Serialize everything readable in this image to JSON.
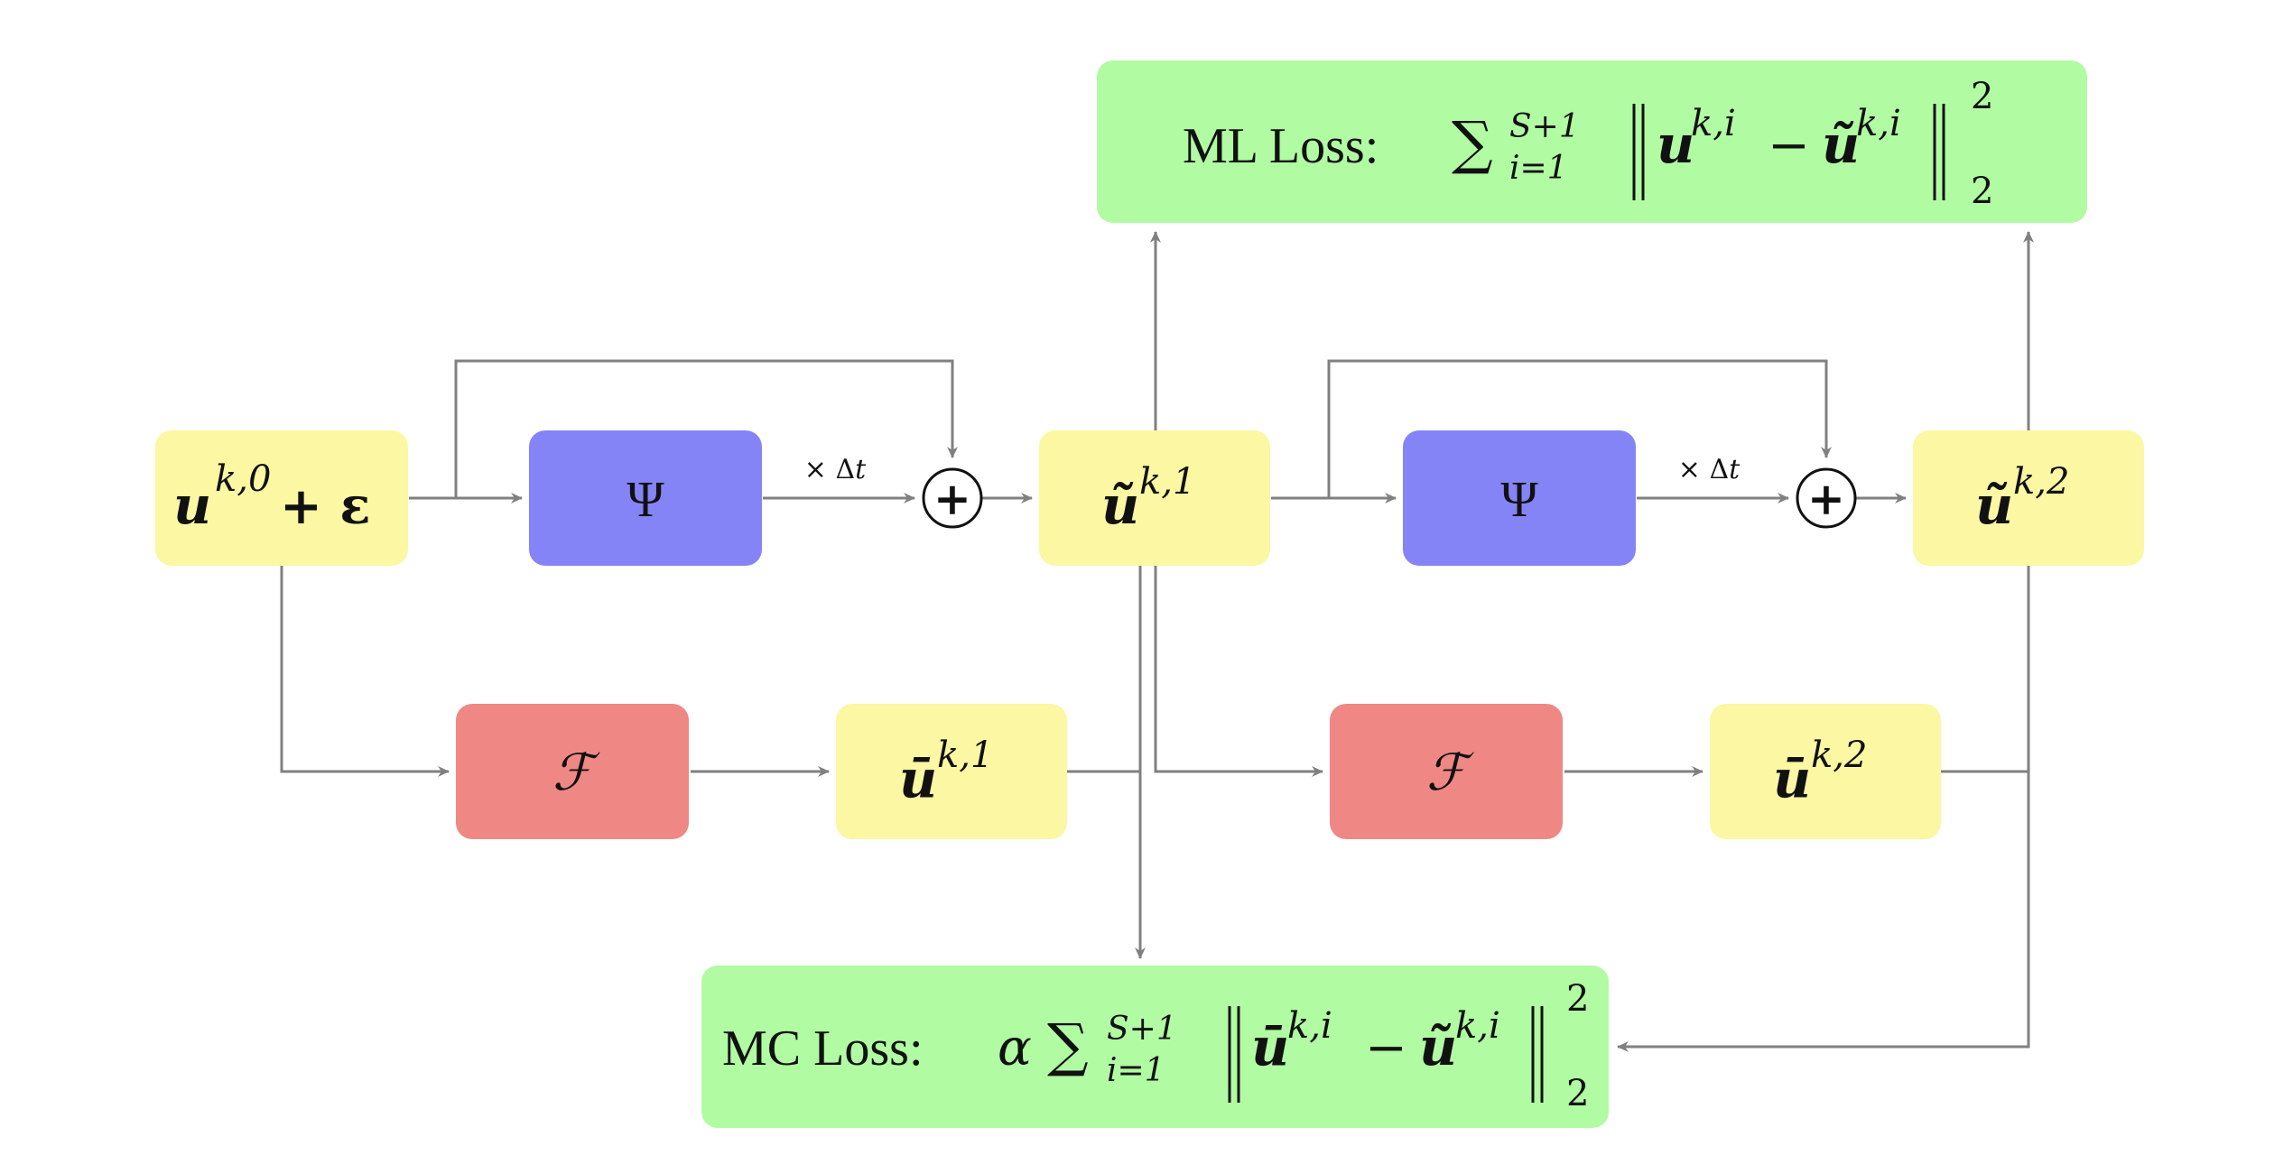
{
  "colors": {
    "state_box": "#fbf7a3",
    "network_box": "#8484f6",
    "solver_box": "#ef8885",
    "loss_box": "#b1fba3",
    "connector": "#808080"
  },
  "nodes": {
    "input_state": {
      "base": "u",
      "sup": "k,0",
      "tail": " + ε"
    },
    "network_1": {
      "label": "Ψ"
    },
    "network_2": {
      "label": "Ψ"
    },
    "solver_1": {
      "label": "ℱ"
    },
    "solver_2": {
      "label": "ℱ"
    },
    "pred_state_1": {
      "base": "ũ",
      "sup": "k,1"
    },
    "pred_state_2": {
      "base": "ũ",
      "sup": "k,2"
    },
    "solver_state_1": {
      "base": "ū",
      "sup": "k,1"
    },
    "solver_state_2": {
      "base": "ū",
      "sup": "k,2"
    }
  },
  "edge_labels": {
    "dt_1": "× Δ𝑡",
    "dt_2": "× Δ𝑡"
  },
  "sum_symbol": "+",
  "losses": {
    "ml": {
      "label": "ML Loss:",
      "sum_upper": "S+1",
      "sum_lower": "i=1",
      "term_a_base": "u",
      "term_a_sup": "k,i",
      "minus": "−",
      "term_b_base": "ũ",
      "term_b_sup": "k,i",
      "norm_sup": "2",
      "norm_sub": "2"
    },
    "mc": {
      "label": "MC Loss:",
      "weight": "α",
      "sum_upper": "S+1",
      "sum_lower": "i=1",
      "term_a_base": "ū",
      "term_a_sup": "k,i",
      "minus": "−",
      "term_b_base": "ũ",
      "term_b_sup": "k,i",
      "norm_sup": "2",
      "norm_sub": "2"
    }
  }
}
